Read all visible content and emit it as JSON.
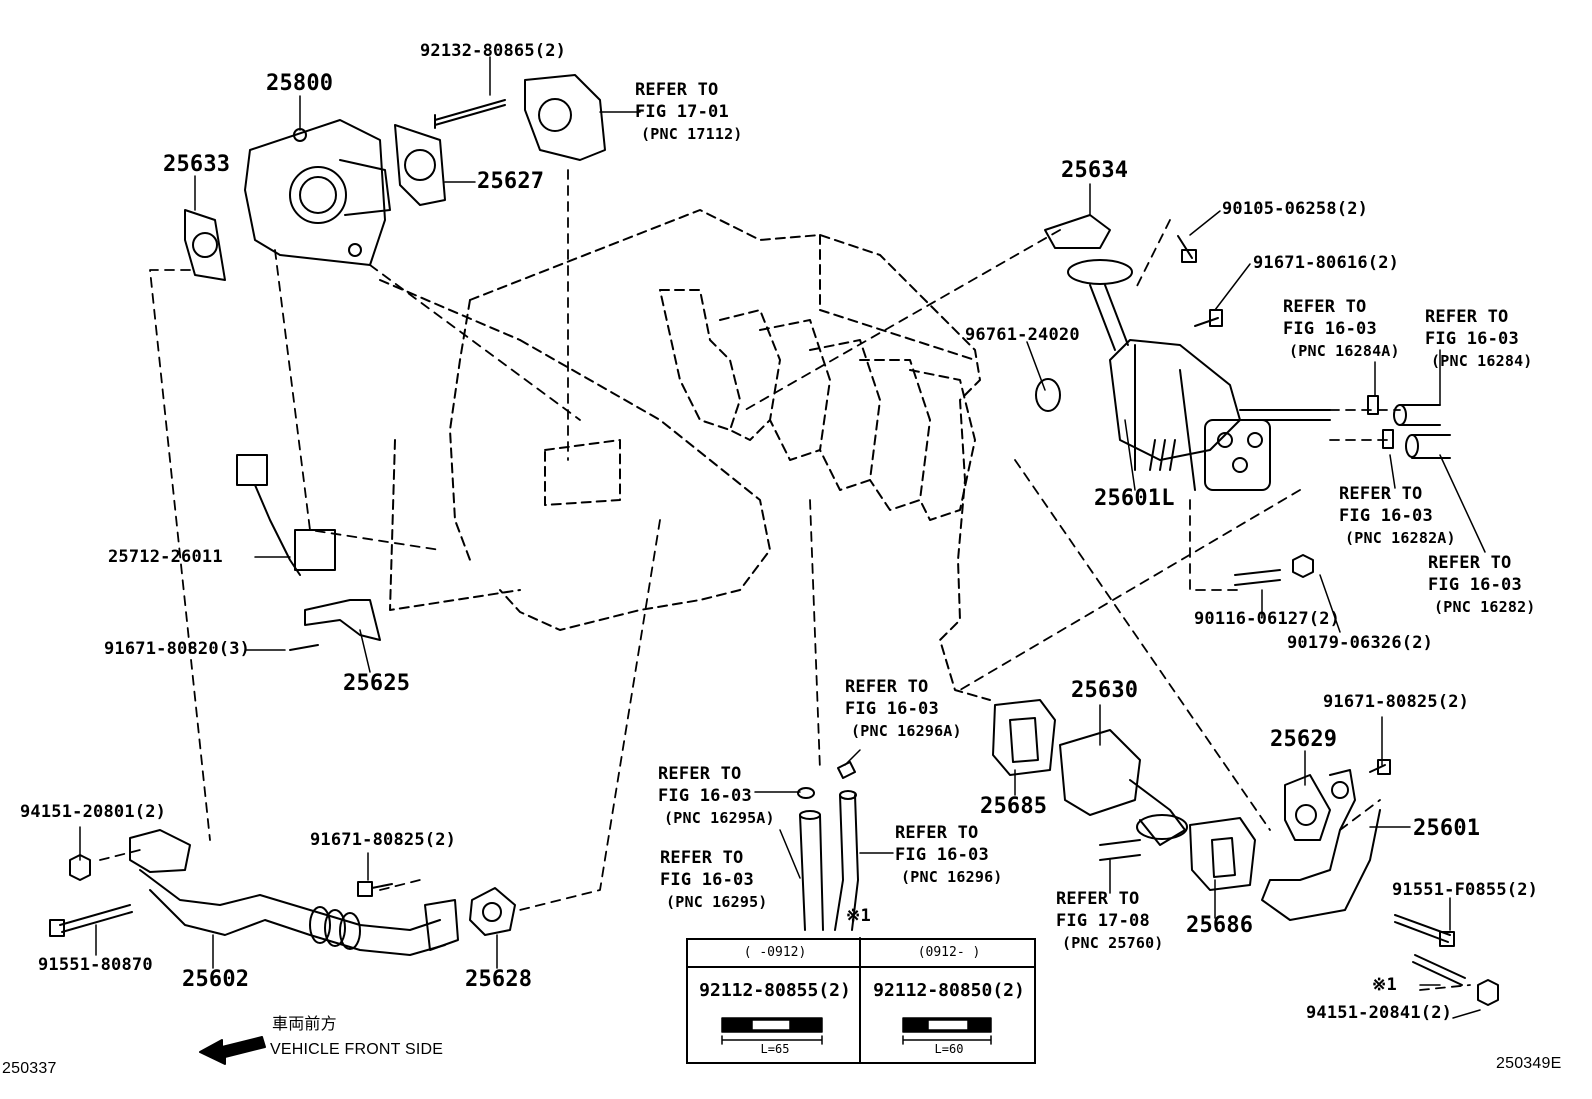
{
  "figure": {
    "id_left": "250337",
    "id_right": "250349E",
    "direction_jp": "車両前方",
    "direction_en": "VEHICLE FRONT SIDE"
  },
  "parts": {
    "p25800": "25800",
    "p25633": "25633",
    "p25627": "25627",
    "stud_top": "92132-80865(2)",
    "p25634": "25634",
    "bolt_90105": "90105-06258(2)",
    "bolt_91671_80616": "91671-80616(2)",
    "gasket_96761": "96761-24020",
    "p25601L": "25601L",
    "sensor_25712": "25712-26011",
    "bolt_91671_80820": "91671-80820(3)",
    "p25625": "25625",
    "stud_90116": "90116-06127(2)",
    "nut_90179": "90179-06326(2)",
    "p25630": "25630",
    "p25685": "25685",
    "p25686": "25686",
    "p25629": "25629",
    "bolt_91671_80825_r": "91671-80825(2)",
    "p25601": "25601",
    "bolt_91551_F0855": "91551-F0855(2)",
    "mark_1_right": "※1",
    "nut_94151_20841": "94151-20841(2)",
    "nut_94151_20801": "94151-20801(2)",
    "bolt_91671_80825_l": "91671-80825(2)",
    "bolt_91551_80870": "91551-80870",
    "p25602": "25602",
    "p25628": "25628",
    "mark_1_table": "※1"
  },
  "refs": {
    "fig17_01": {
      "l1": "REFER TO",
      "l2": "FIG 17-01",
      "l3": "(PNC 17112)"
    },
    "fig16_03_a": {
      "l1": "REFER TO",
      "l2": "FIG 16-03",
      "l3": "(PNC 16284A)"
    },
    "fig16_03_b": {
      "l1": "REFER TO",
      "l2": "FIG 16-03",
      "l3": "(PNC 16284)"
    },
    "fig16_03_c": {
      "l1": "REFER TO",
      "l2": "FIG 16-03",
      "l3": "(PNC 16282A)"
    },
    "fig16_03_d": {
      "l1": "REFER TO",
      "l2": "FIG 16-03",
      "l3": "(PNC 16282)"
    },
    "fig16_03_e": {
      "l1": "REFER TO",
      "l2": "FIG 16-03",
      "l3": "(PNC 16296A)"
    },
    "fig16_03_f": {
      "l1": "REFER TO",
      "l2": "FIG 16-03",
      "l3": "(PNC 16295A)"
    },
    "fig16_03_g": {
      "l1": "REFER TO",
      "l2": "FIG 16-03",
      "l3": "(PNC 16296)"
    },
    "fig16_03_h": {
      "l1": "REFER TO",
      "l2": "FIG 16-03",
      "l3": "(PNC 16295)"
    },
    "fig17_08": {
      "l1": "REFER TO",
      "l2": "FIG 17-08",
      "l3": "(PNC 25760)"
    }
  },
  "table": {
    "col1": {
      "header": "(    -0912)",
      "part": "92112-80855(2)",
      "length": "L=65"
    },
    "col2": {
      "header": "(0912-     )",
      "part": "92112-80850(2)",
      "length": "L=60"
    }
  }
}
